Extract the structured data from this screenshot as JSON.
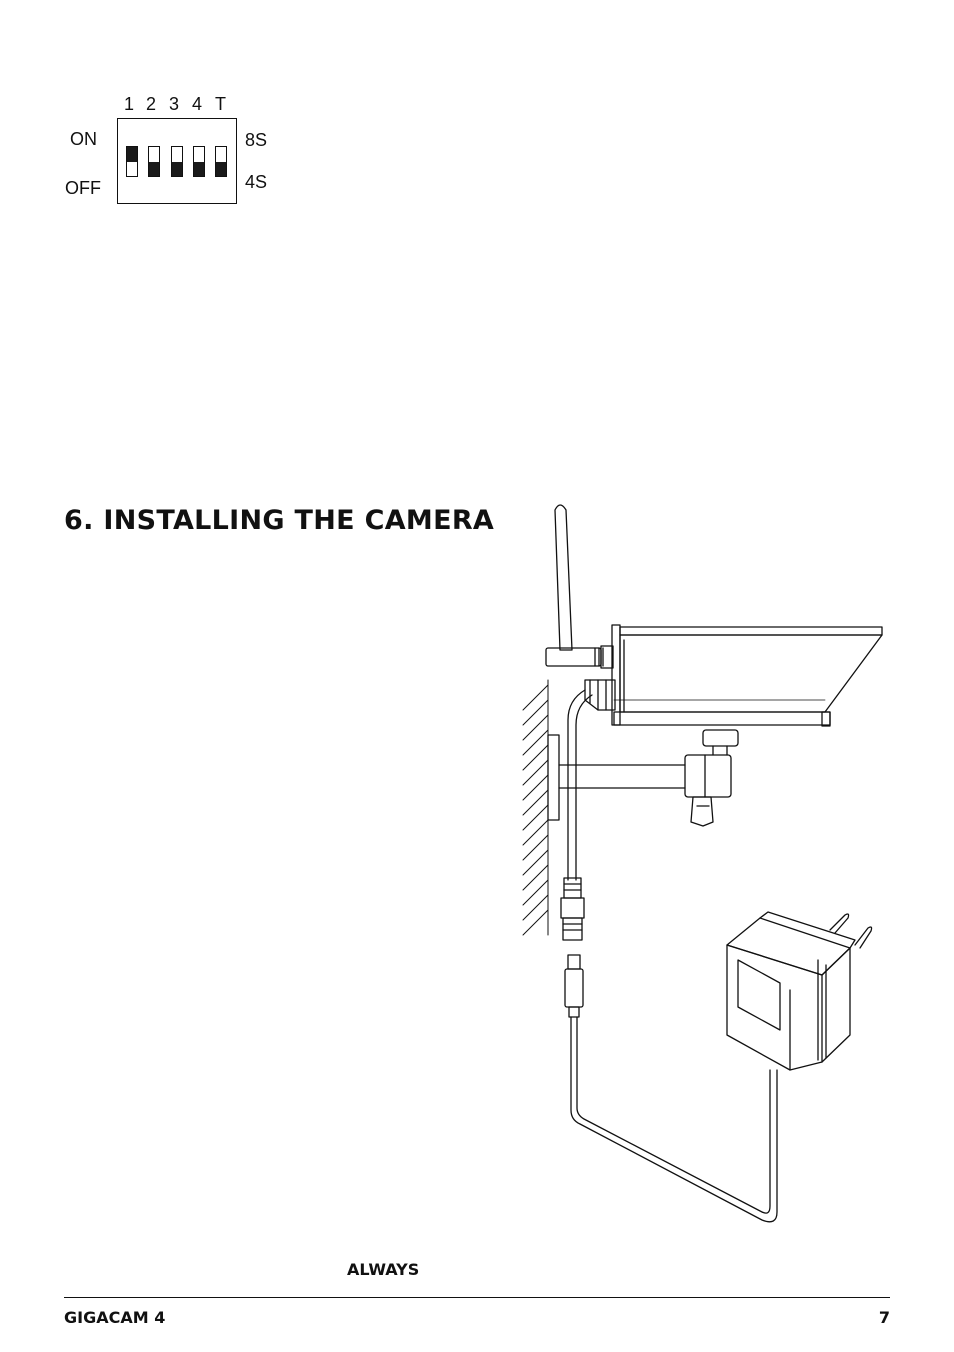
{
  "dip_switch": {
    "numbers": [
      "1",
      "2",
      "3",
      "4",
      "T"
    ],
    "left_labels": {
      "top": "ON",
      "bottom": "OFF"
    },
    "right_labels": {
      "top": "8S",
      "bottom": "4S"
    },
    "states": [
      "on",
      "off",
      "off",
      "off",
      "off"
    ]
  },
  "section": {
    "title": "6. INSTALLING THE CAMERA"
  },
  "body": {
    "emphasis": "ALWAYS"
  },
  "footer": {
    "product": "GIGACAM 4",
    "page_number": "7"
  }
}
